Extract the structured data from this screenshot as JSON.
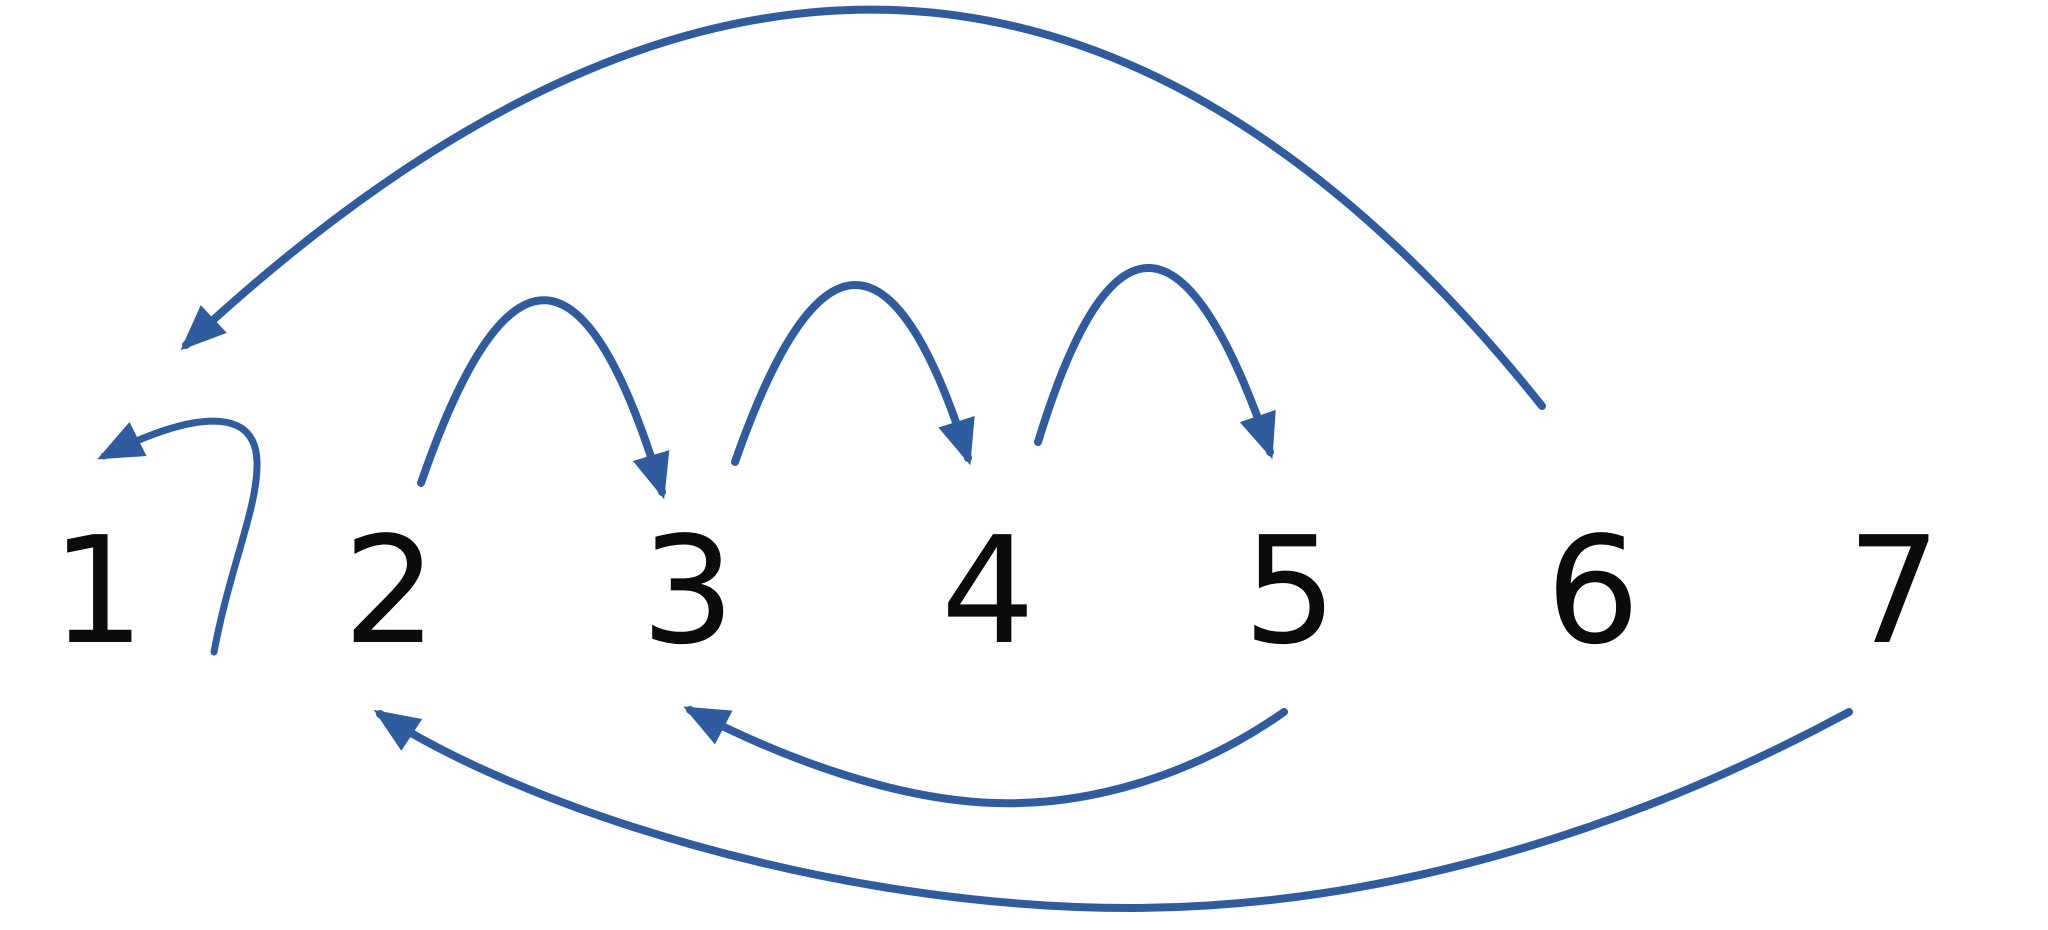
{
  "nodes": [
    "1",
    "2",
    "3",
    "4",
    "5",
    "6",
    "7"
  ],
  "arrows": [
    {
      "label": "6 to 1",
      "from": "6",
      "to": "1",
      "position": "above",
      "style": "large-arc"
    },
    {
      "label": "1 to 1",
      "from": "1",
      "to": "1",
      "position": "above",
      "style": "self-loop"
    },
    {
      "label": "2 to 3",
      "from": "2",
      "to": "3",
      "position": "above",
      "style": "hop"
    },
    {
      "label": "3 to 4",
      "from": "3",
      "to": "4",
      "position": "above",
      "style": "hop"
    },
    {
      "label": "4 to 5",
      "from": "4",
      "to": "5",
      "position": "above",
      "style": "hop"
    },
    {
      "label": "5 to 3",
      "from": "5",
      "to": "3",
      "position": "below",
      "style": "under-arc"
    },
    {
      "label": "7 to 2",
      "from": "7",
      "to": "2",
      "position": "below",
      "style": "under-arc"
    }
  ],
  "colors": {
    "arrow": "#2E5C9F",
    "text": "#0B0B0B",
    "background": "#FFFFFF"
  }
}
